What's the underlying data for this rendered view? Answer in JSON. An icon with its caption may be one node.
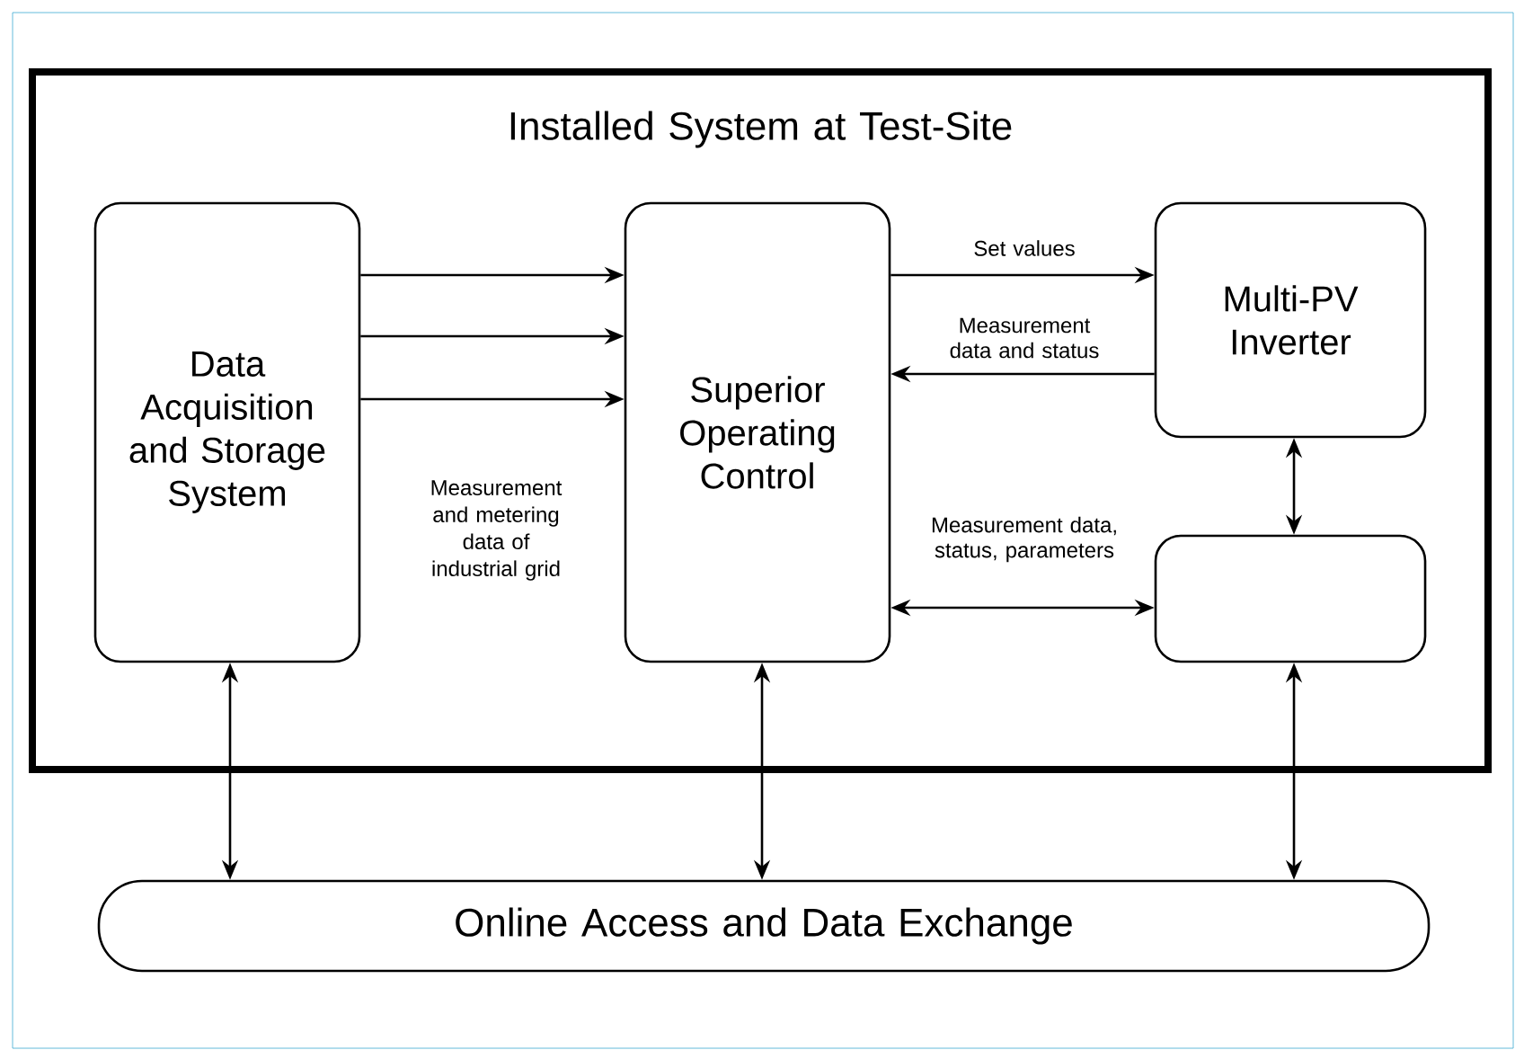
{
  "diagram": {
    "nodes": [
      {
        "text": [
          "Installed System at Test-Site"
        ]
      },
      {
        "text": [
          "Data Acquisition and Storage System"
        ],
        "in": 0
      },
      {
        "text": [
          "Superior Operating Control"
        ],
        "in": 0
      },
      {
        "text": [
          "Multi-PV Inverter"
        ],
        "in": 0
      },
      {
        "text": [],
        "shape": "box",
        "in": 0
      },
      {
        "text": [
          "Online Access and Data Exchange"
        ]
      }
    ],
    "edges": [
      {
        "from": 1,
        "to": 2,
        "arrow": "to"
      },
      {
        "from": 1,
        "to": 2,
        "arrow": "to"
      },
      {
        "from": 1,
        "to": 2,
        "arrow": "to"
      },
      {
        "from": 2,
        "to": 3,
        "arrow": "to",
        "label": "Set values"
      },
      {
        "from": 3,
        "to": 2,
        "arrow": "to",
        "label": "Measurement data and status"
      },
      {
        "from": 2,
        "to": 4,
        "arrow": "both",
        "label": "Measurement data, status, parameters"
      },
      {
        "from": 3,
        "to": 4,
        "arrow": "both"
      },
      {
        "from": 1,
        "to": 5,
        "arrow": "both"
      },
      {
        "from": 2,
        "to": 5,
        "arrow": "both"
      },
      {
        "from": 4,
        "to": 5,
        "arrow": "both"
      }
    ],
    "labels": [
      "Measurement and metering data of industrial grid"
    ]
  }
}
